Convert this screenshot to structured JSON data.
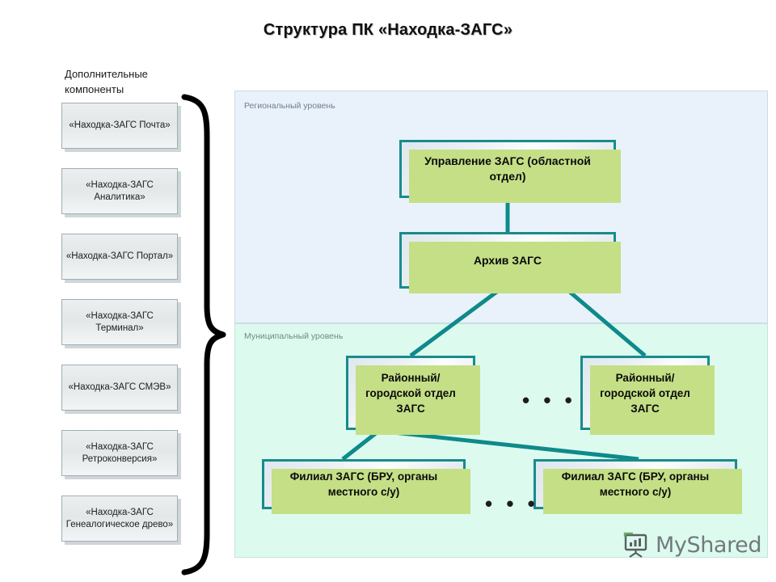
{
  "title": "Структура ПК «Находка-ЗАГС»",
  "sidebar": {
    "heading": "Дополнительные компоненты",
    "items": [
      {
        "label": "«Находка-ЗАГС Почта»"
      },
      {
        "label": "«Находка-ЗАГС Аналитика»"
      },
      {
        "label": "«Находка-ЗАГС Портал»"
      },
      {
        "label": "«Находка-ЗАГС Терминал»"
      },
      {
        "label": "«Находка-ЗАГС СМЭВ»"
      },
      {
        "label": "«Находка-ЗАГС Ретроконверсия»"
      },
      {
        "label": "«Находка-ЗАГС Генеалогическое древо»"
      }
    ]
  },
  "diagram": {
    "regional_level_label": "Региональный уровень",
    "municipal_level_label": "Муниципальный уровень",
    "nodes": {
      "upravlenie": "Управление ЗАГС (областной отдел)",
      "arhiv": "Архив ЗАГС",
      "rayon_1": "Районный/ городской отдел ЗАГС",
      "rayon_2": "Районный/ городской отдел ЗАГС",
      "filial_1": "Филиал ЗАГС (БРУ, органы местного с/у)",
      "filial_2": "Филиал ЗАГС (БРУ, органы местного с/у)"
    },
    "ellipsis_middle": "• • •",
    "ellipsis_bottom": "• • •",
    "colors": {
      "regional_panel": "#e9f2fb",
      "municipal_panel": "#ddfaef",
      "node_border": "#178c8c",
      "node_shadow": "#c4df86",
      "connector": "#0e8a8a",
      "sidebar_box": "#e8ecee",
      "brace": "#000000"
    }
  },
  "watermark": {
    "text": "MyShared",
    "icon": "presentation-easel-icon"
  }
}
